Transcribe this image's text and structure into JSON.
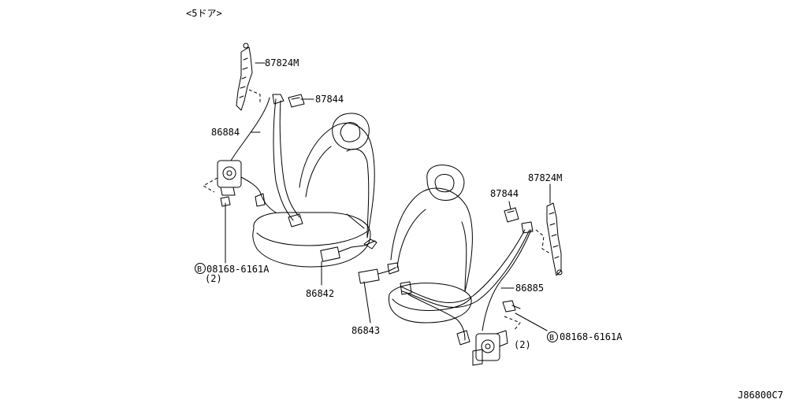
{
  "header": {
    "variant": "<5ドア>"
  },
  "labels": {
    "p87824m_upper": "87824M",
    "p87844_upper": "87844",
    "p86884": "86884",
    "bolt_left": "08168-6161A",
    "bolt_left_qty": "(2)",
    "bolt_left_marker": "B",
    "p86842": "86842",
    "p86843": "86843",
    "p87844_lower": "87844",
    "p87824m_lower": "87824M",
    "p86885": "86885",
    "bolt_right": "08168-6161A",
    "bolt_right_qty": "(2)",
    "bolt_right_marker": "B"
  },
  "footer": {
    "diagram_code": "J86800C7"
  }
}
